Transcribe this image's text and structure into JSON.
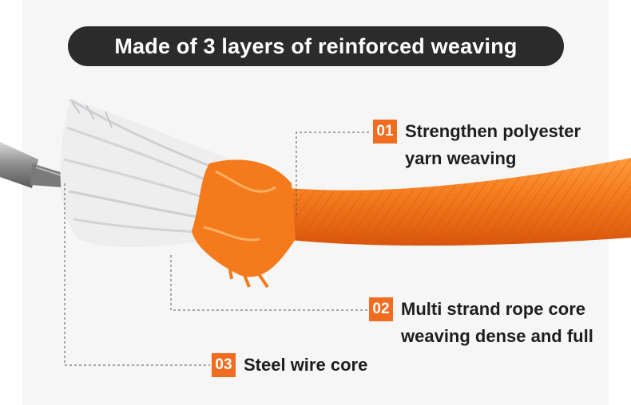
{
  "banner": {
    "title": "Made of 3 layers of reinforced weaving"
  },
  "layers": [
    {
      "number": "01",
      "line1": "Strengthen polyester",
      "line2": "yarn weaving"
    },
    {
      "number": "02",
      "line1": "Multi strand rope core",
      "line2": "weaving dense and full"
    },
    {
      "number": "03",
      "line1": "Steel wire core"
    }
  ],
  "colors": {
    "accent": "#f26c1f",
    "rope": "#f47a1c",
    "banner_bg": "#2b2b2b",
    "background": "#f6f6f6"
  }
}
